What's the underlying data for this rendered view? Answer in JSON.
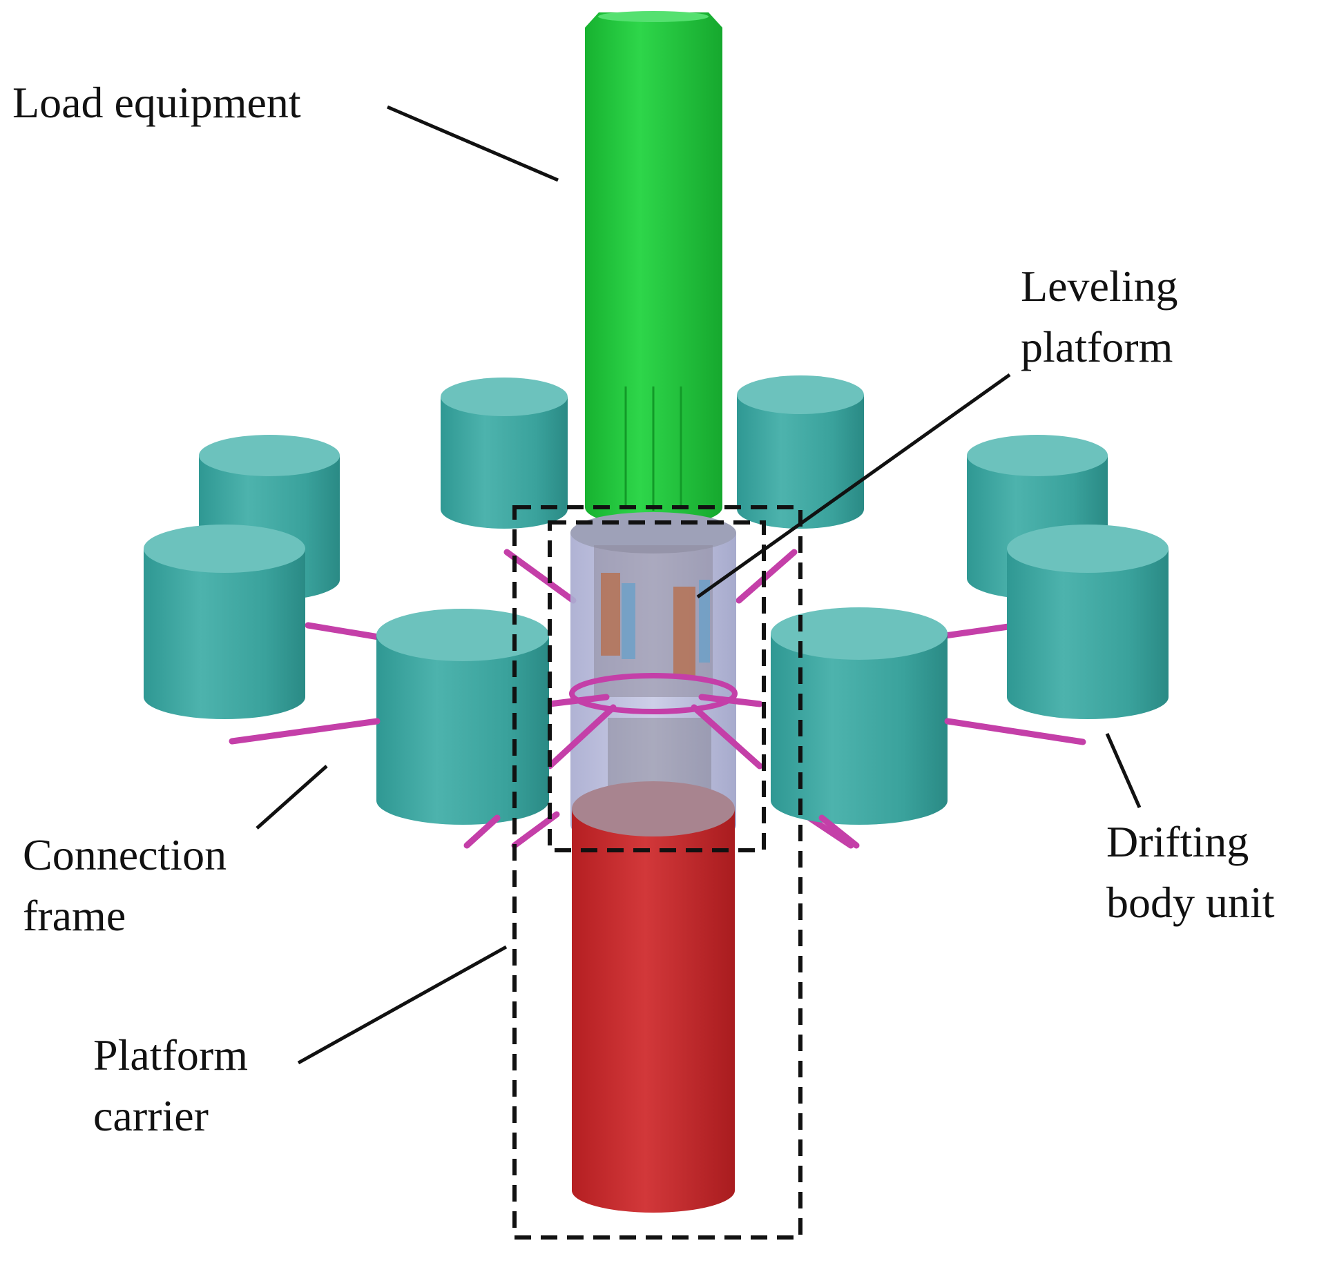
{
  "labels": {
    "load_equipment": "Load equipment",
    "leveling_platform": [
      "Leveling",
      "platform"
    ],
    "connection_frame": [
      "Connection",
      "frame"
    ],
    "drifting_body_unit": [
      "Drifting",
      "body unit"
    ],
    "platform_carrier": [
      "Platform",
      "carrier"
    ]
  },
  "colors": {
    "load_equipment": "#1fcc3d",
    "drifting_body": "#3fa6a0",
    "connection_frame": "#c43fa8",
    "platform_carrier": "#c52a2a",
    "leveling_platform": "#b7bad9",
    "leader_lines": "#111111"
  }
}
